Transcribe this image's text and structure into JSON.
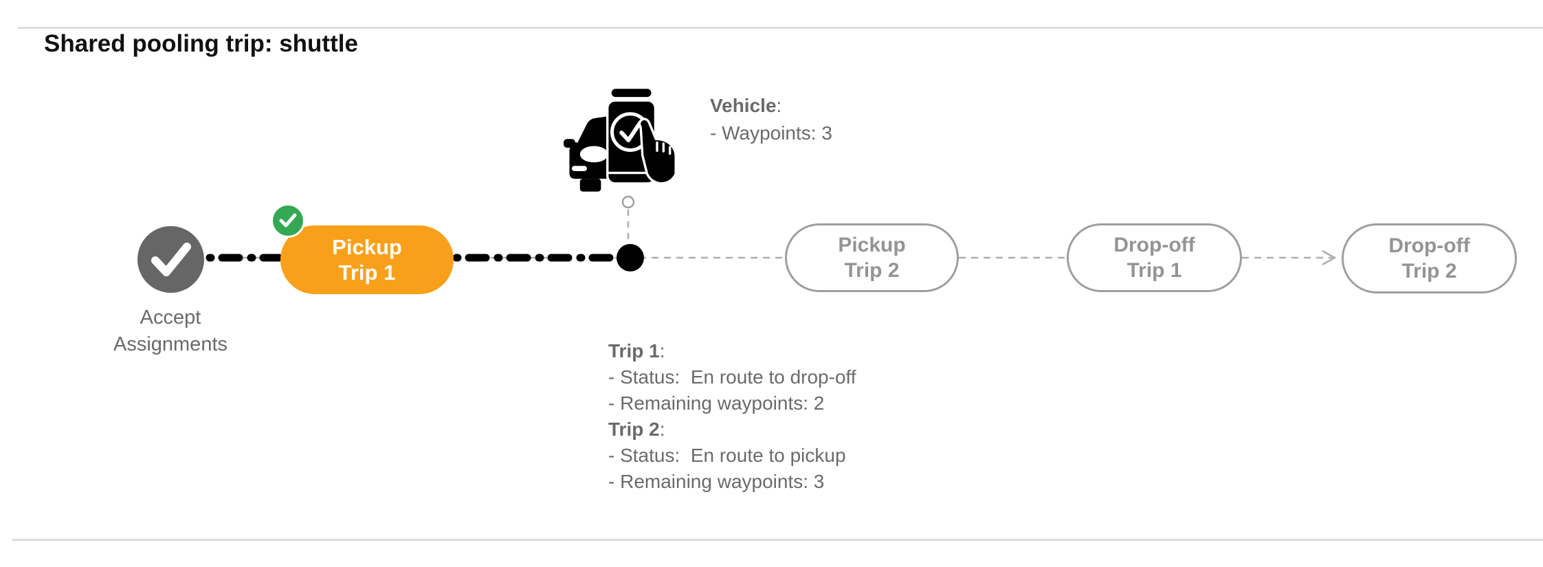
{
  "title": "Shared pooling trip: shuttle",
  "accept": {
    "line1": "Accept",
    "line2": "Assignments"
  },
  "stops": {
    "pickup1": {
      "line1": "Pickup",
      "line2": "Trip 1",
      "state": "active"
    },
    "pickup2": {
      "line1": "Pickup",
      "line2": "Trip 2",
      "state": "pending"
    },
    "dropoff1": {
      "line1": "Drop-off",
      "line2": "Trip 1",
      "state": "pending"
    },
    "dropoff2": {
      "line1": "Drop-off",
      "line2": "Trip 2",
      "state": "pending"
    }
  },
  "vehicle": {
    "heading": "Vehicle",
    "colon": ":",
    "waypoints": "- Waypoints: 3"
  },
  "trips": {
    "trip1": {
      "heading": "Trip 1",
      "colon": ":",
      "status": "- Status:  En route to drop-off",
      "remaining": "- Remaining waypoints: 2"
    },
    "trip2": {
      "heading": "Trip 2",
      "colon": ":",
      "status": "- Status:  En route to pickup",
      "remaining": "- Remaining waypoints: 3"
    }
  },
  "icons": {
    "accept": "check-icon",
    "completed_badge": "check-badge-icon",
    "vehicle": "vehicle-phone-check-icon",
    "arrow": "arrow-right-icon",
    "current_position": "timeline-dot-marker",
    "vehicle_anchor": "open-circle-marker"
  },
  "colors": {
    "accent_orange": "#F9A01B",
    "success_green": "#34A853",
    "node_gray": "#666666",
    "outline_gray": "#9E9E9E",
    "text_gray": "#6a6a6a",
    "dash_gray": "#adadad",
    "divider_gray": "#dcdcdc"
  }
}
